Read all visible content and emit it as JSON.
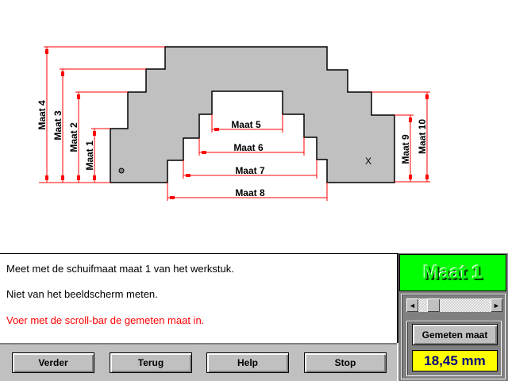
{
  "drawing": {
    "labels": {
      "m1": "Maat 1",
      "m2": "Maat 2",
      "m3": "Maat 3",
      "m4": "Maat 4",
      "m5": "Maat 5",
      "m6": "Maat 6",
      "m7": "Maat 7",
      "m8": "Maat 8",
      "m9": "Maat 9",
      "m10": "Maat 10"
    },
    "marker": "X",
    "colors": {
      "part": "#c0c0c0",
      "dimension": "#ff0000"
    }
  },
  "messages": {
    "line1": "Meet met de schuifmaat maat  1  van het werkstuk.",
    "line2": "Niet van het beeldscherm meten.",
    "line3": "Voer met de scroll-bar de gemeten maat in."
  },
  "buttons": {
    "next": "Verder",
    "back": "Terug",
    "help": "Help",
    "stop": "Stop"
  },
  "panel": {
    "current_maat": "Maat  1",
    "measured_label": "Gemeten maat",
    "measured_value": "18,45 mm",
    "scroll_left": "◄",
    "scroll_right": "►"
  }
}
